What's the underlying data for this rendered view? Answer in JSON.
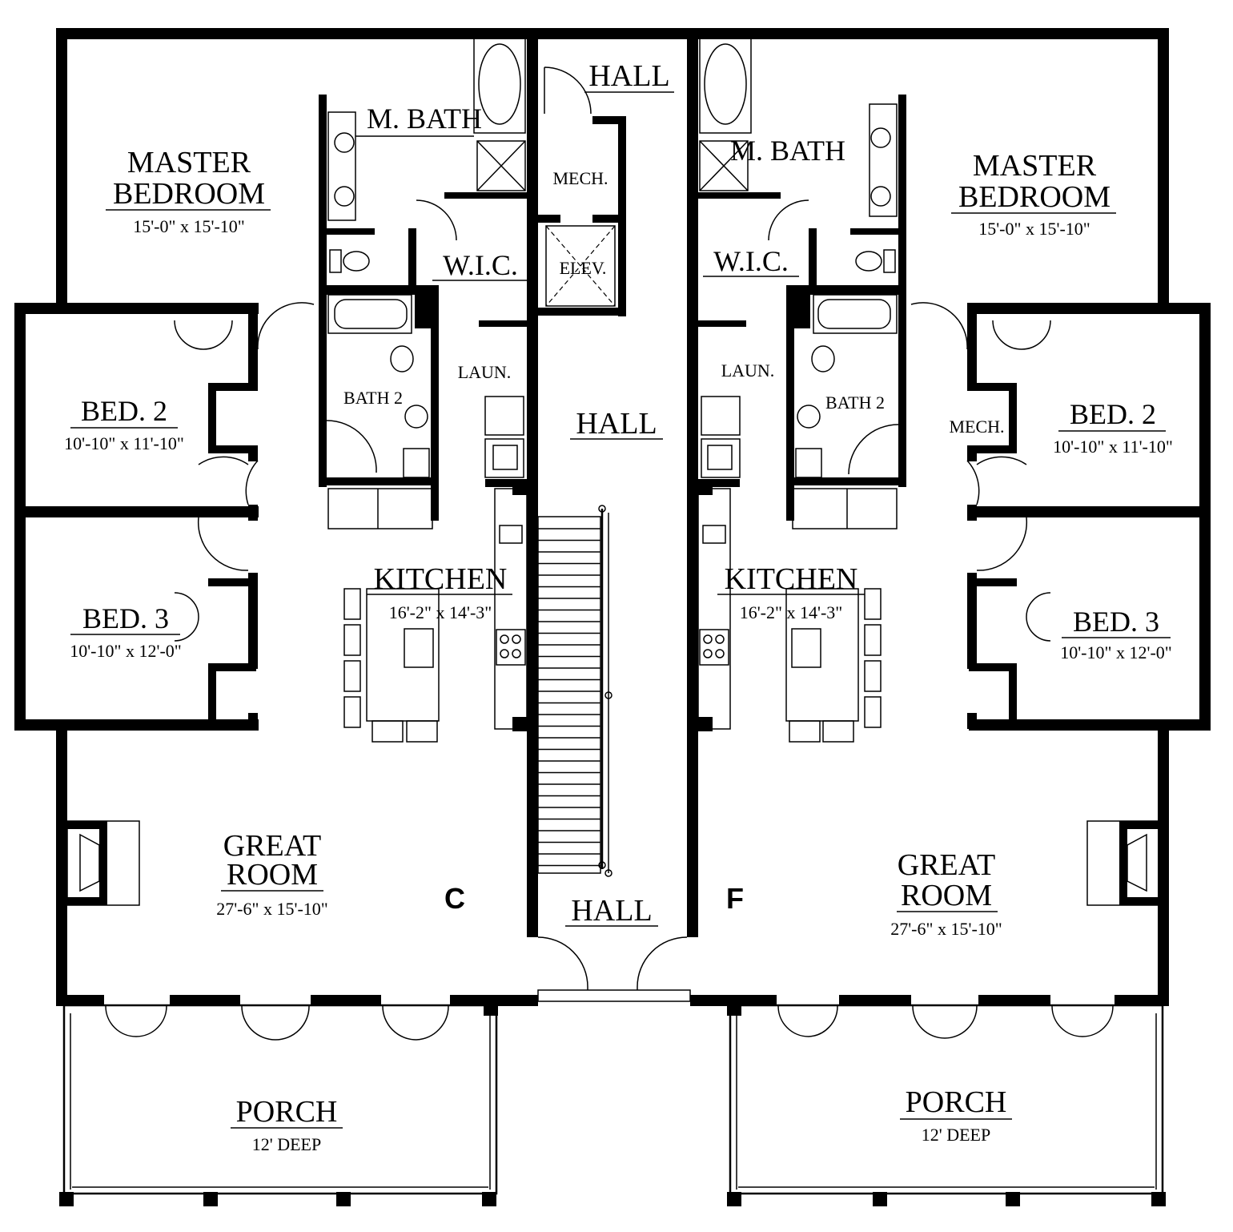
{
  "units": [
    {
      "letter": "C",
      "rooms": {
        "master_bedroom": {
          "line1": "MASTER",
          "line2": "BEDROOM",
          "dims": "15'-0\" x 15'-10\""
        },
        "m_bath": "M. BATH",
        "wic": "W.I.C.",
        "mech": "MECH.",
        "elev": "ELEV.",
        "laun": "LAUN.",
        "bath2": "BATH 2",
        "bed2": {
          "name": "BED. 2",
          "dims": "10'-10\" x 11'-10\""
        },
        "bed3": {
          "name": "BED. 3",
          "dims": "10'-10\" x 12'-0\""
        },
        "kitchen": {
          "name": "KITCHEN",
          "dims": "16'-2\" x 14'-3\""
        },
        "great_room": {
          "line1": "GREAT",
          "line2": "ROOM",
          "dims": "27'-6\" x 15'-10\""
        },
        "porch": {
          "name": "PORCH",
          "dims": "12' DEEP"
        }
      }
    },
    {
      "letter": "F",
      "rooms": {
        "master_bedroom": {
          "line1": "MASTER",
          "line2": "BEDROOM",
          "dims": "15'-0\" x 15'-10\""
        },
        "m_bath": "M. BATH",
        "wic": "W.I.C.",
        "mech": "MECH.",
        "laun": "LAUN.",
        "bath2": "BATH 2",
        "bed2": {
          "name": "BED. 2",
          "dims": "10'-10\" x 11'-10\""
        },
        "bed3": {
          "name": "BED. 3",
          "dims": "10'-10\" x 12'-0\""
        },
        "kitchen": {
          "name": "KITCHEN",
          "dims": "16'-2\" x 14'-3\""
        },
        "great_room": {
          "line1": "GREAT",
          "line2": "ROOM",
          "dims": "27'-6\" x 15'-10\""
        },
        "porch": {
          "name": "PORCH",
          "dims": "12' DEEP"
        }
      }
    }
  ],
  "hall_labels": [
    "HALL",
    "HALL",
    "HALL"
  ]
}
